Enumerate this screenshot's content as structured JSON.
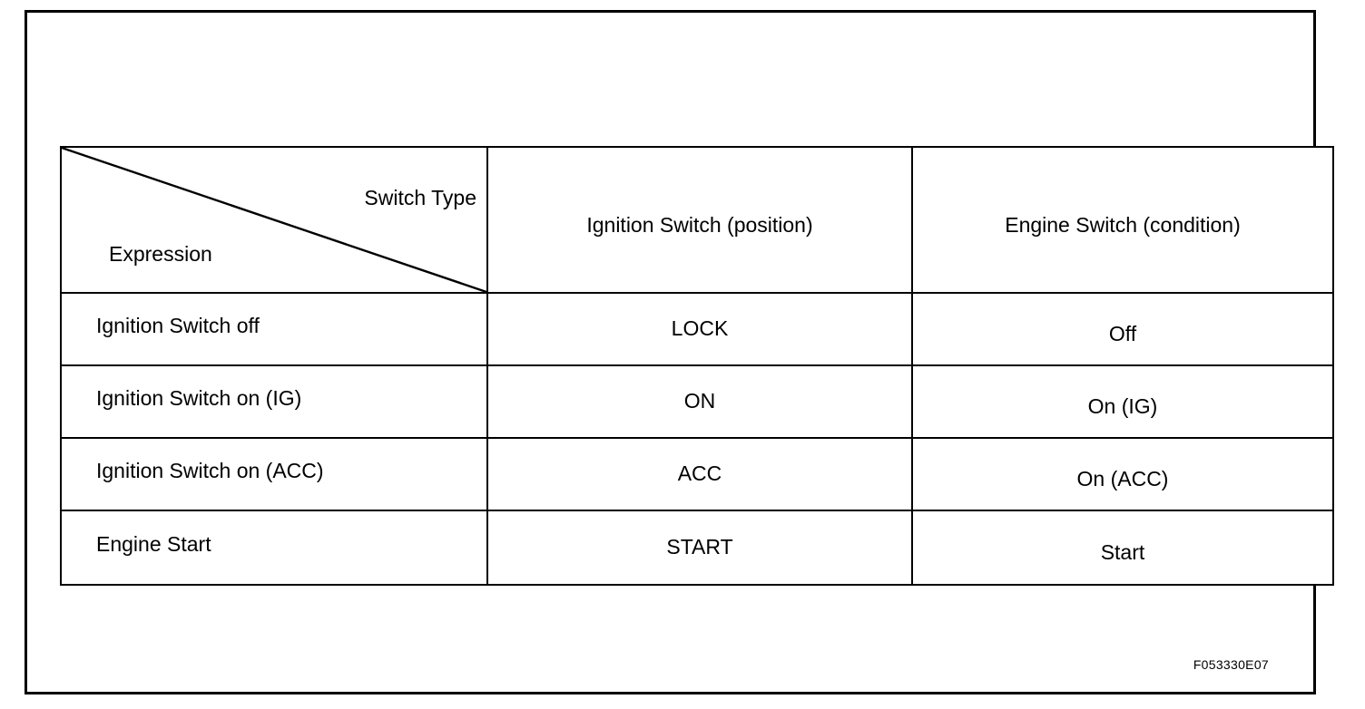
{
  "table": {
    "corner_header": {
      "column_axis_label": "Switch Type",
      "row_axis_label": "Expression"
    },
    "columns": [
      "Ignition Switch (position)",
      "Engine Switch (condition)"
    ],
    "rows": [
      {
        "expression": "Ignition Switch off",
        "ignition_switch_position": "LOCK",
        "engine_switch_condition": "Off"
      },
      {
        "expression": "Ignition Switch on (IG)",
        "ignition_switch_position": "ON",
        "engine_switch_condition": "On (IG)"
      },
      {
        "expression": "Ignition Switch on (ACC)",
        "ignition_switch_position": "ACC",
        "engine_switch_condition": "On (ACC)"
      },
      {
        "expression": "Engine Start",
        "ignition_switch_position": "START",
        "engine_switch_condition": "Start"
      }
    ]
  },
  "figure": {
    "reference_code": "F053330E07"
  },
  "colors": {
    "ink": "#000000",
    "paper": "#ffffff"
  }
}
